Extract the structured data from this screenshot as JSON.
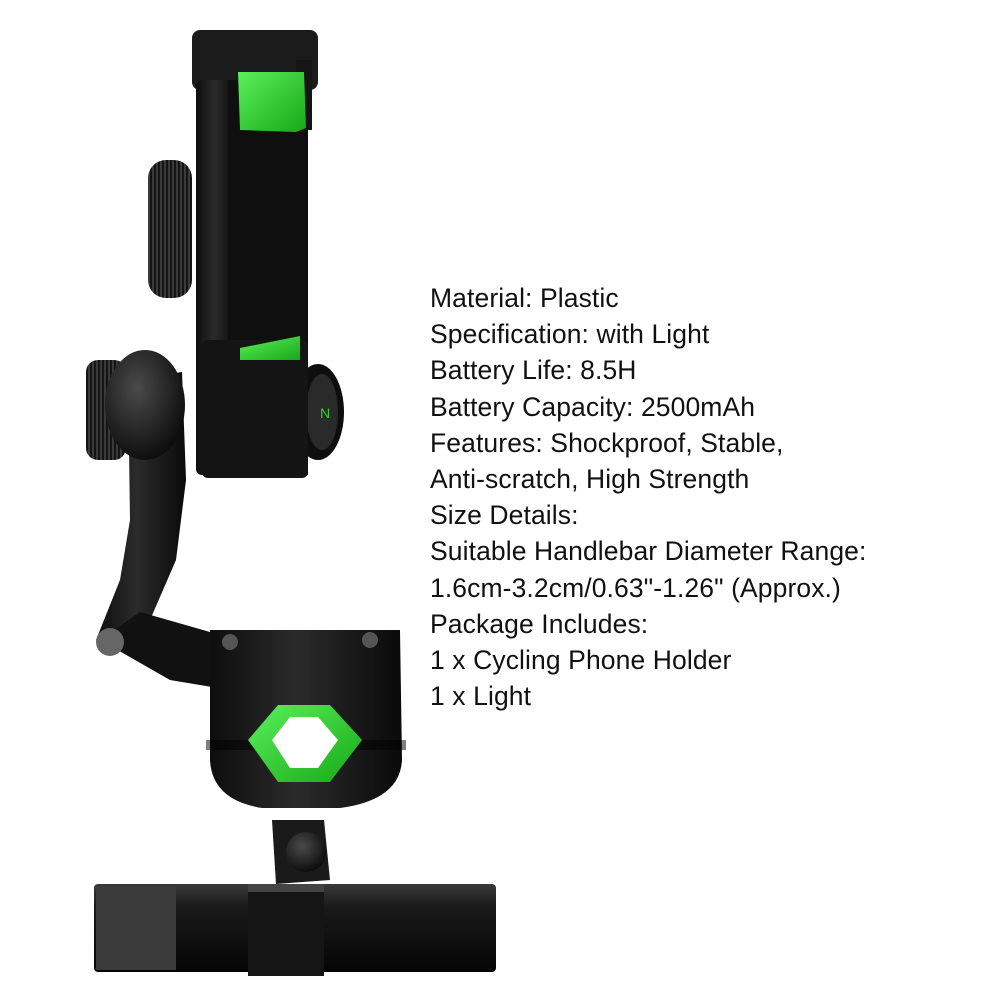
{
  "colors": {
    "background": "#ffffff",
    "accent_green": "#2ed12e",
    "body_black": "#1a1a1a",
    "text": "#111111"
  },
  "product": {
    "image": "bike-phone-holder-with-light"
  },
  "specs": {
    "lines": [
      "Material: Plastic",
      "Specification: with Light",
      "Battery Life: 8.5H",
      "Battery Capacity: 2500mAh",
      "Features: Shockproof, Stable,",
      "Anti-scratch, High Strength",
      "Size Details:",
      "Suitable Handlebar Diameter Range:",
      "1.6cm-3.2cm/0.63\"-1.26\" (Approx.)",
      "Package Includes:",
      "1 x Cycling Phone Holder",
      "1 x Light"
    ]
  }
}
